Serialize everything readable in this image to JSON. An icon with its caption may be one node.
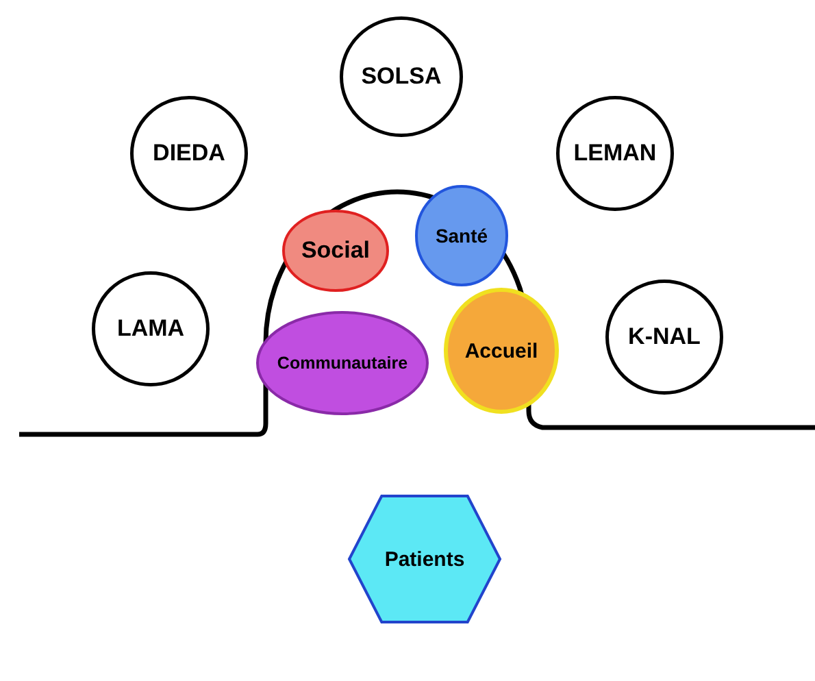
{
  "diagram": {
    "nodes": [
      {
        "text": [
          "SOLSA"
        ]
      },
      {
        "text": [
          "DIEDA"
        ]
      },
      {
        "text": [
          "LEMAN"
        ]
      },
      {
        "text": [
          "Social"
        ]
      },
      {
        "text": [
          "Santé"
        ]
      },
      {
        "text": [
          "LAMA"
        ]
      },
      {
        "text": [
          "Communautaire"
        ]
      },
      {
        "text": [
          "Accueil"
        ]
      },
      {
        "text": [
          "K-NAL"
        ]
      },
      {
        "text": [
          "Patients"
        ]
      }
    ]
  }
}
